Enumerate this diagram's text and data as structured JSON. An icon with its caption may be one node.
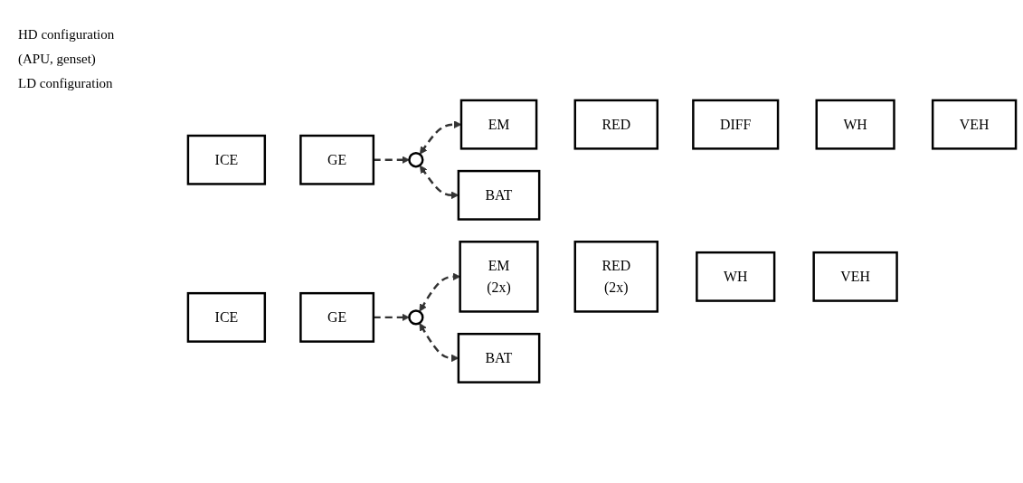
{
  "diagram": {
    "nodes": [
      {
        "text": [
          "ICE"
        ]
      },
      {
        "text": [
          "GE"
        ]
      },
      {
        "text": [],
        "shape": "circle"
      },
      {
        "text": [
          "EM"
        ]
      },
      {
        "text": [
          "RED"
        ]
      },
      {
        "text": [
          "DIFF"
        ]
      },
      {
        "text": [
          "WH"
        ]
      },
      {
        "text": [
          "VEH"
        ]
      },
      {
        "text": [
          "BAT"
        ]
      },
      {
        "text": [
          "ICE"
        ]
      },
      {
        "text": [
          "GE"
        ]
      },
      {
        "text": [],
        "shape": "circle"
      },
      {
        "text": [
          "EM",
          "(2x)"
        ]
      },
      {
        "text": [
          "RED",
          "(2x)"
        ]
      },
      {
        "text": [
          "WH"
        ]
      },
      {
        "text": [
          "VEH"
        ]
      },
      {
        "text": [
          "BAT"
        ]
      }
    ],
    "edges": [
      {
        "from": 1,
        "to": 2,
        "arrow": "to",
        "style": "dashed"
      },
      {
        "from": 2,
        "to": 3,
        "arrow": "both",
        "style": "dashed"
      },
      {
        "from": 2,
        "to": 8,
        "arrow": "both",
        "style": "dashed"
      },
      {
        "from": 10,
        "to": 11,
        "arrow": "to",
        "style": "dashed"
      },
      {
        "from": 11,
        "to": 12,
        "arrow": "both",
        "style": "dashed"
      },
      {
        "from": 11,
        "to": 16,
        "arrow": "both",
        "style": "dashed"
      }
    ],
    "labels": [
      "HD configuration",
      "(APU, genset)",
      "LD configuration"
    ]
  }
}
